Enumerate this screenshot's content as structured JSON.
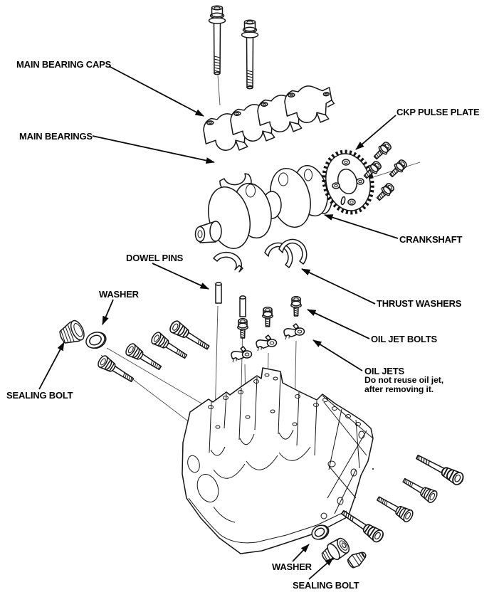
{
  "diagram": {
    "kind": "exploded-parts-diagram",
    "subject": "engine-block-crankshaft-assembly",
    "background_color": "#ffffff",
    "line_color": "#141414",
    "label_color": "#050505"
  },
  "callouts": {
    "main_bearing_caps": "MAIN BEARING CAPS",
    "main_bearings": "MAIN BEARINGS",
    "ckp_pulse_plate": "CKP PULSE PLATE",
    "crankshaft": "CRANKSHAFT",
    "dowel_pins": "DOWEL PINS",
    "washer_upper": "WASHER",
    "sealing_bolt_upper": "SEALING BOLT",
    "thrust_washers": "THRUST WASHERS",
    "oil_jet_bolts": "OIL JET BOLTS",
    "oil_jets": "OIL JETS",
    "oil_jets_note_line1": "Do not reuse oil jet,",
    "oil_jets_note_line2": "after removing it.",
    "washer_lower": "WASHER",
    "sealing_bolt_lower": "SEALING BOLT"
  },
  "parts": [
    {
      "name": "bearing-cap-bolt",
      "qty": 2
    },
    {
      "name": "main-bearing-cap",
      "qty": 4
    },
    {
      "name": "main-bearing-shell",
      "qty": 2
    },
    {
      "name": "crankshaft",
      "qty": 1
    },
    {
      "name": "ckp-pulse-plate",
      "qty": 1
    },
    {
      "name": "ckp-plate-bolt",
      "qty": 4
    },
    {
      "name": "thrust-washer",
      "qty": 2
    },
    {
      "name": "dowel-pin",
      "qty": 2
    },
    {
      "name": "washer",
      "qty": 2
    },
    {
      "name": "sealing-bolt",
      "qty": 2
    },
    {
      "name": "mount-bolt",
      "qty": 8
    },
    {
      "name": "oil-jet-bolt",
      "qty": 3
    },
    {
      "name": "oil-jet",
      "qty": 3
    },
    {
      "name": "engine-block",
      "qty": 1
    }
  ]
}
